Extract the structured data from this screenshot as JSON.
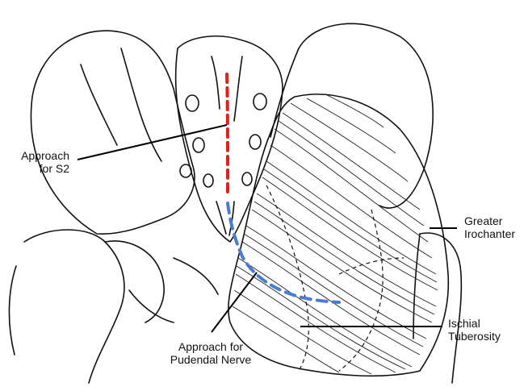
{
  "labels": {
    "approach_s2": [
      "Approach",
      "for S2"
    ],
    "greater_trochanter": [
      "Greater",
      "Irochanter"
    ],
    "ischial_tuberosity": [
      "Ischial",
      "Tuberosity"
    ],
    "approach_pudendal": [
      "Approach for",
      "Pudendal Nerve"
    ]
  },
  "colors": {
    "line_art": "#111111",
    "s2_approach_path": "#e0201a",
    "pudendal_approach_path": "#4a7bd0"
  }
}
